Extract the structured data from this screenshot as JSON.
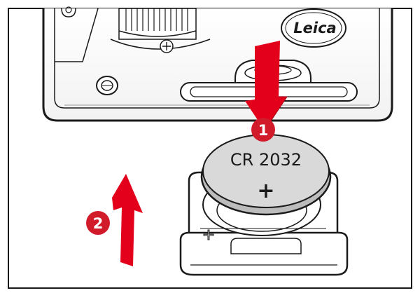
{
  "brand_logo": "Leica",
  "battery": {
    "model": "CR 2032",
    "polarity": "+"
  },
  "steps": {
    "insert": "1",
    "close": "2"
  },
  "compartment": {
    "polarity_mark": "+"
  },
  "colors": {
    "arrow_red": "#e3001b",
    "badge_red": "#d11a2a",
    "battery_fill": "#d9d9d9",
    "line": "#1a1a1a"
  }
}
